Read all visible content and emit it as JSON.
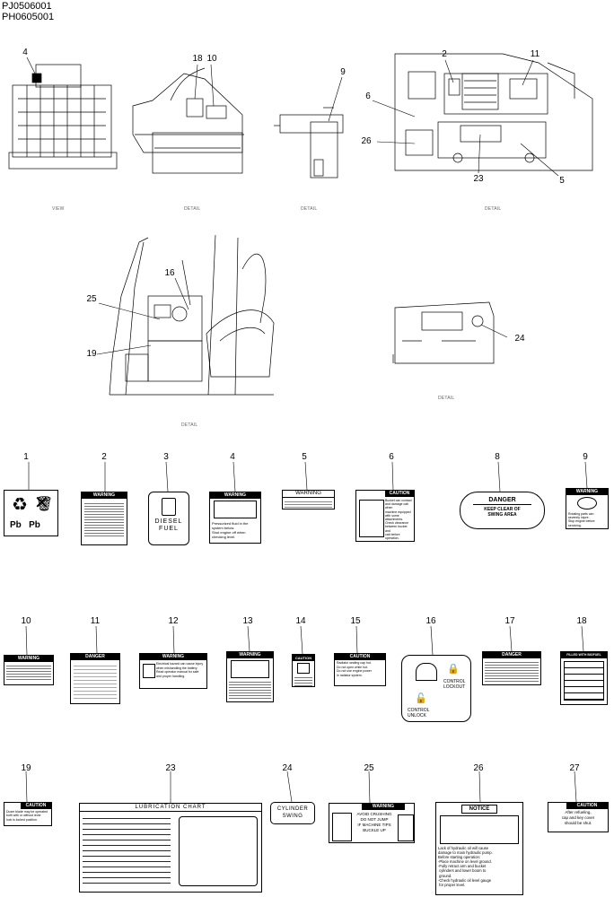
{
  "header": {
    "line1": "PJ0506001",
    "line2": "PH0605001"
  },
  "captions": {
    "view": "VIEW",
    "detail": "DETAIL"
  },
  "callouts": {
    "top_left": "4",
    "top_mid_18": "18",
    "top_mid_10": "10",
    "top_right_9": "9",
    "far_2": "2",
    "far_11": "11",
    "far_6": "6",
    "far_26": "26",
    "far_23": "23",
    "far_5": "5",
    "cab_16": "16",
    "cab_25": "25",
    "cab_19": "19",
    "box_24": "24"
  },
  "labels": [
    {
      "n": "1",
      "kind": "recycle",
      "text": "Pb   Pb"
    },
    {
      "n": "2",
      "kind": "text",
      "head": "WARNING",
      "text": ""
    },
    {
      "n": "3",
      "kind": "fuel",
      "text": "DIESEL\nFUEL"
    },
    {
      "n": "4",
      "kind": "warn",
      "head": "WARNING",
      "text": "Pressurized fluid in the\nsystem below.\nShut engine off when\nchecking level."
    },
    {
      "n": "5",
      "kind": "warn",
      "head": "WARNING",
      "text": ""
    },
    {
      "n": "6",
      "kind": "warn",
      "head": "CAUTION",
      "text": "Bucket can contact\nand damage cab when\nmachine equipped\nwith some attachments.\nCheck clearance\nbetween bucket and\ncab before operation."
    },
    {
      "n": "8",
      "kind": "danger",
      "head": "DANGER",
      "text": "KEEP CLEAR OF\nSWING AREA"
    },
    {
      "n": "9",
      "kind": "warn",
      "head": "WARNING",
      "text": "Rotating parts can\nseverely injure.\nStop engine before\nservicing."
    },
    {
      "n": "10",
      "kind": "warn",
      "head": "WARNING",
      "text": ""
    },
    {
      "n": "11",
      "kind": "warn",
      "head": "DANGER",
      "text": ""
    },
    {
      "n": "12",
      "kind": "warn",
      "head": "WARNING",
      "text": "Electrical hazard can cause injury\nwhen mishandling the battery.\nRead operator manual for safe\nand proper handling."
    },
    {
      "n": "13",
      "kind": "warn",
      "head": "WARNING",
      "text": ""
    },
    {
      "n": "14",
      "kind": "warn",
      "head": "CAUTION",
      "text": ""
    },
    {
      "n": "15",
      "kind": "warn",
      "head": "CAUTION",
      "text": "Radiator sealing cap hot.\nDo not open while hot.\nDo not use engine power\nin radiator system."
    },
    {
      "n": "16",
      "kind": "lock",
      "text": "CONTROL\nLOCKOUT",
      "text2": "CONTROL\nUNLOCK"
    },
    {
      "n": "17",
      "kind": "warn",
      "head": "DANGER",
      "text": ""
    },
    {
      "n": "18",
      "kind": "fill",
      "head": "FILLED WITH BIOFUEL",
      "text": ""
    },
    {
      "n": "19",
      "kind": "warn",
      "head": "CAUTION",
      "text": "Dozer blade may be operated\nboth with or without lever\nlock is locked position."
    },
    {
      "n": "23",
      "kind": "lube",
      "head": "LUBRICATION CHART",
      "text": ""
    },
    {
      "n": "24",
      "kind": "plain",
      "text": "CYLINDER\nSWING"
    },
    {
      "n": "25",
      "kind": "warn",
      "head": "WARNING",
      "text": "AVOID CRUSHING\nDO NOT JUMP\nIF MACHINE TIPS\nBUCKLE UP"
    },
    {
      "n": "26",
      "kind": "notice",
      "head": "NOTICE",
      "text": "Lack of hydraulic oil will cause\ndamage to main hydraulic pump.\nBefore starting operation:\n-Place machine on level ground.\n-Fully retract arm and bucket\n cylinders and lower boom to\n ground.\n-Check hydraulic oil level gauge\n for proper level."
    },
    {
      "n": "27",
      "kind": "warn",
      "head": "CAUTION",
      "text": "After refueling,\ncap and key cover\nshould be shut."
    }
  ],
  "icons": {
    "recycle": "recycle-icon",
    "crossed_bin": "crossed-bin-icon",
    "fuel": "fuel-pump-icon",
    "alert": "alert-triangle-icon",
    "lock": "padlock-icon"
  }
}
